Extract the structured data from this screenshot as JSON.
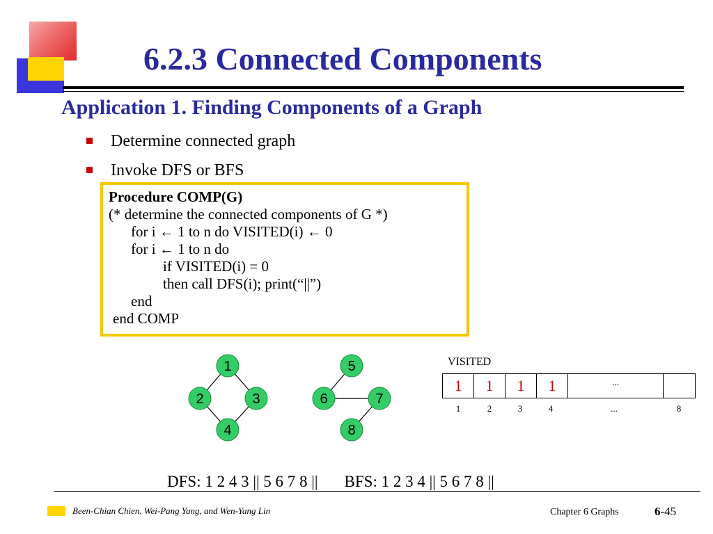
{
  "slide": {
    "title": "6.2.3 Connected Components",
    "subtitle": "Application 1. Finding Components of a Graph",
    "bullets": [
      "Determine connected graph",
      "Invoke DFS or BFS"
    ]
  },
  "procedure": {
    "lines": [
      "Procedure COMP(G)",
      "(* determine the connected components of G *)",
      "for i ← 1 to n do  VISITED(i) ← 0",
      "for i ← 1 to n do",
      "if VISITED(i) = 0",
      "then call DFS(i); print(“||”)",
      "end",
      "end COMP"
    ]
  },
  "graph": {
    "nodes": [
      "1",
      "2",
      "3",
      "4",
      "5",
      "6",
      "7",
      "8"
    ],
    "node_color": "#33cc66",
    "edges": [
      [
        "1",
        "2"
      ],
      [
        "1",
        "3"
      ],
      [
        "2",
        "4"
      ],
      [
        "3",
        "4"
      ],
      [
        "5",
        "6"
      ],
      [
        "6",
        "7"
      ],
      [
        "7",
        "8"
      ]
    ]
  },
  "visited": {
    "label": "VISITED",
    "cells": [
      "1",
      "1",
      "1",
      "1",
      "...",
      ""
    ],
    "indices": [
      "1",
      "2",
      "3",
      "4",
      "...",
      "8"
    ],
    "mark_color": "#cc0000"
  },
  "traversal": {
    "dfs": "DFS: 1 2 4 3 || 5 6 7 8 ||",
    "bfs": "BFS: 1 2 3 4 || 5 6 7 8 ||"
  },
  "footer": {
    "authors": "Been-Chian Chien, Wei-Pang Yang, and Wen-Yang Lin",
    "chapter": "Chapter 6 Graphs",
    "page_prefix": "6",
    "page_suffix": "-45"
  },
  "colors": {
    "title": "#2a2aa0",
    "bullet": "#cc0000",
    "box_border": "#f2c800",
    "logo_red": "#e22a2a",
    "logo_yellow": "#ffd400",
    "logo_blue": "#3b35dd"
  }
}
